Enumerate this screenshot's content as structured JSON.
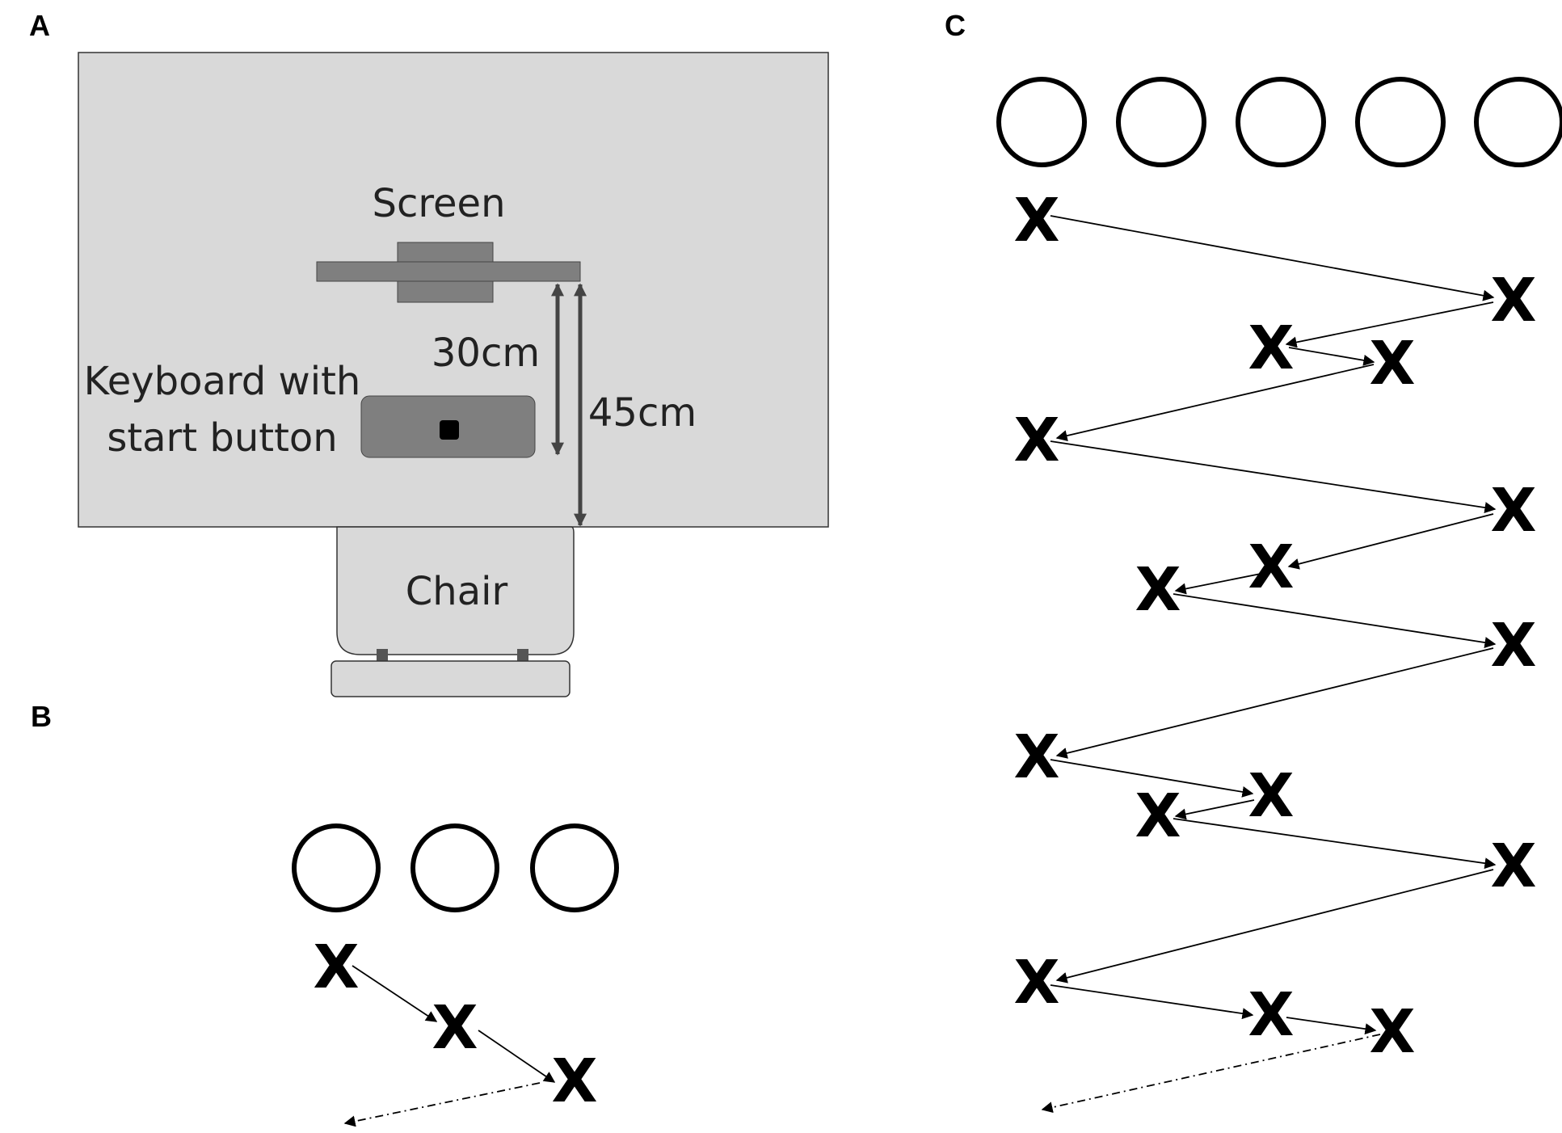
{
  "panels": {
    "a": {
      "letter": "A",
      "screen_label": "Screen",
      "keyboard_label_line1": "Keyboard with",
      "keyboard_label_line2": "start button",
      "dist_keyboard": "30cm",
      "dist_chair": "45cm",
      "chair_label": "Chair",
      "colors": {
        "table": "#d9d9d9",
        "screen": "#7f7f7f",
        "keyboard": "#7f7f7f",
        "button": "#000000"
      }
    },
    "b": {
      "letter": "B",
      "cross": "X"
    },
    "c": {
      "letter": "C",
      "cross": "X"
    }
  }
}
